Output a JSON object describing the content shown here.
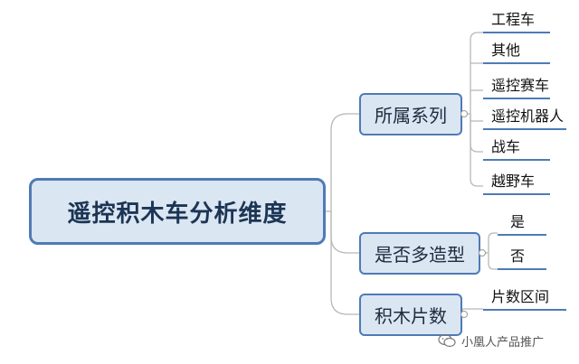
{
  "root": {
    "label": "遥控积木车分析维度"
  },
  "branches": [
    {
      "label": "所属系列",
      "leaves": [
        "工程车",
        "其他",
        "遥控赛车",
        "遥控机器人",
        "战车",
        "越野车"
      ]
    },
    {
      "label": "是否多造型",
      "leaves": [
        "是",
        "否"
      ]
    },
    {
      "label": "积木片数",
      "leaves": [
        "片数区间"
      ]
    }
  ],
  "watermark": {
    "text": "小凰人产品推广",
    "icon": "wechat-icon"
  },
  "colors": {
    "node_fill": "#dbe6f3",
    "node_border": "#4e7bb5",
    "line": "#b8b8b8"
  }
}
